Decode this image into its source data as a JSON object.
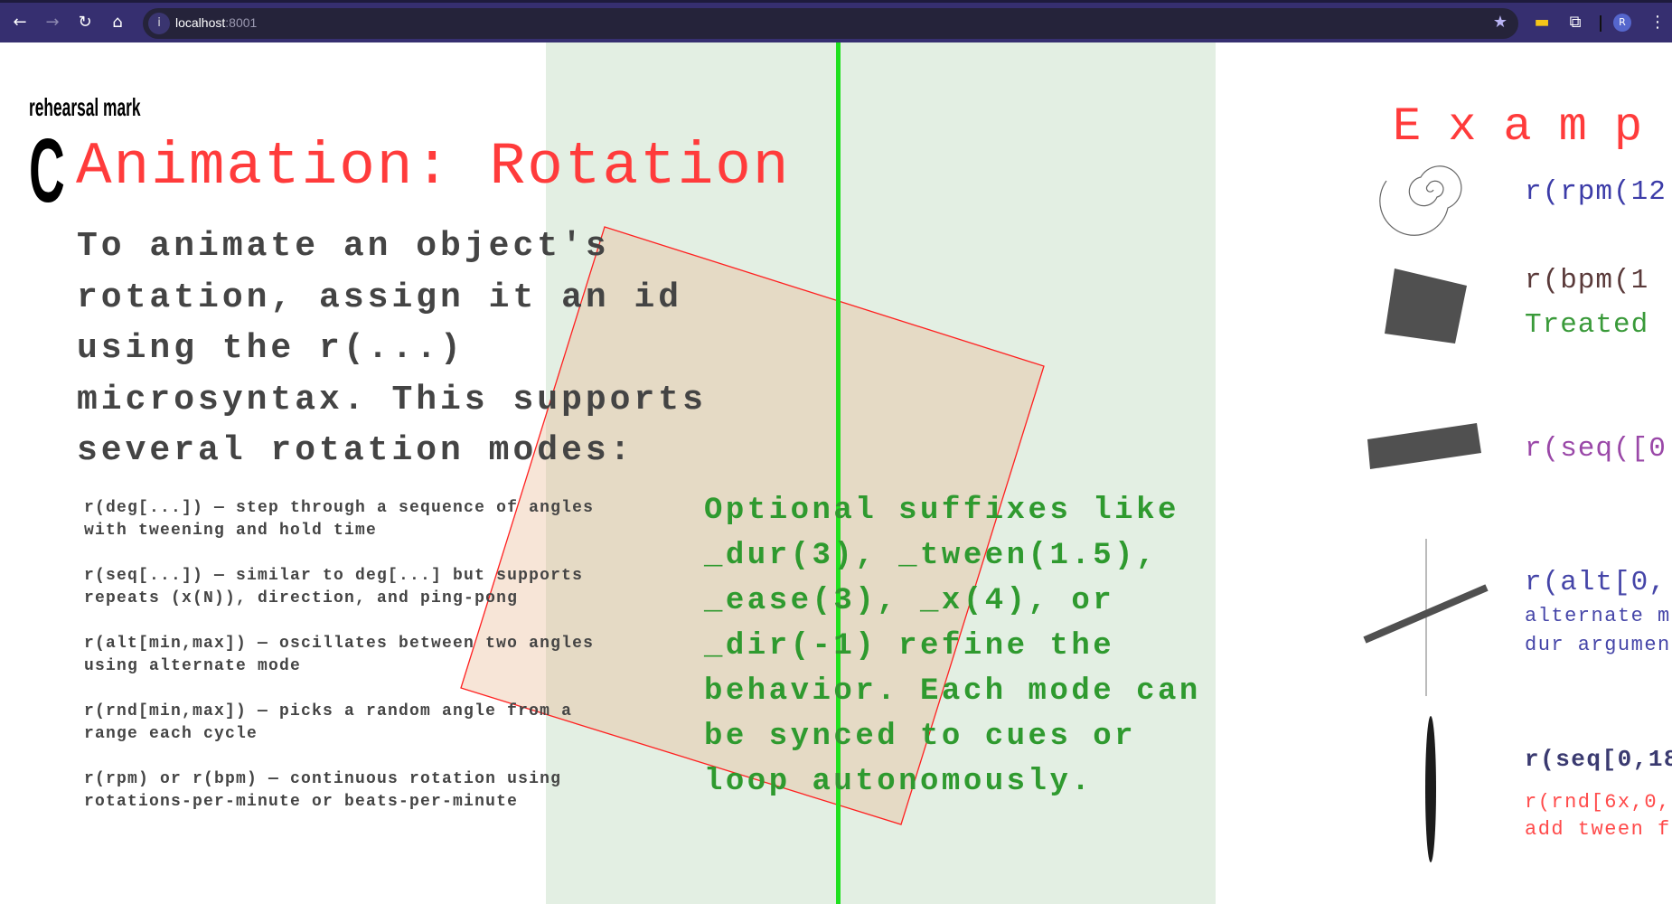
{
  "browser": {
    "url_host": "localhost",
    "url_port": ":8001",
    "profile_initial": "R"
  },
  "rehearsal": {
    "label": "rehearsal mark",
    "letter": "C"
  },
  "title": "Animation: Rotation",
  "intro": "To animate an object's rotation, assign it an id using the r(...) microsyntax. This supports several rotation modes:",
  "modes": [
    "r(deg[...]) — step through a sequence of angles with tweening and hold time",
    "r(seq[...]) — similar to deg[...] but supports repeats (x(N)), direction, and ping-pong",
    "r(alt[min,max]) — oscillates between two angles using alternate mode",
    "r(rnd[min,max]) — picks a random angle from a range each cycle",
    "r(rpm) or r(bpm) — continuous rotation using rotations-per-minute or beats-per-minute"
  ],
  "suffix_note": "Optional suffixes like _dur(3), _tween(1.5), _ease(3), _x(4), or _dir(-1) refine the behavior. Each mode can be synced to cues or loop autonomously.",
  "examples": {
    "title": "Exampl",
    "items": [
      {
        "code": "r(rpm(12",
        "color": "#3c3ca8"
      },
      {
        "code": "r(bpm(1",
        "note": "Treated",
        "color": "#5a3a3a",
        "note_color": "#3a9a3a"
      },
      {
        "code": "r(seq([0",
        "color": "#9a48a8"
      },
      {
        "code": "r(alt[0,",
        "note1": "alternate m",
        "note2": "dur argumen",
        "color": "#4545a8"
      },
      {
        "code": "r(seq[0,18",
        "note1": "r(rnd[6x,0,",
        "note2": "add tween f",
        "color": "#3a3a70",
        "note_color": "#ff4a4a"
      }
    ]
  }
}
